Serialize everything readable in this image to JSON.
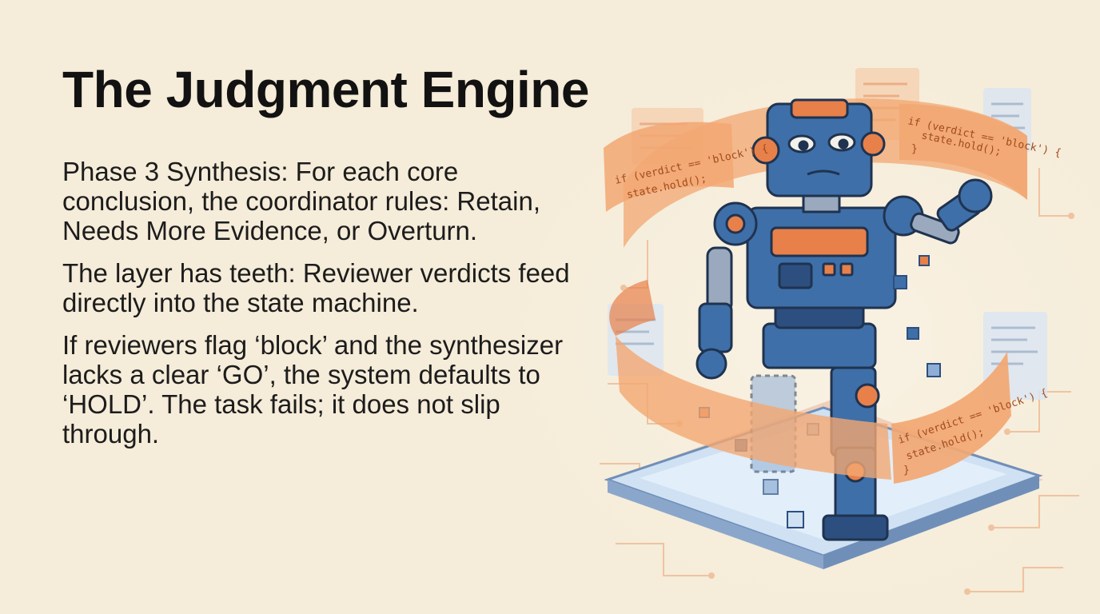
{
  "slide": {
    "title": "The Judgment Engine",
    "paragraphs": [
      "Phase 3 Synthesis: For each core conclusion, the coordinator rules: Retain, Needs More Evidence, or Overturn.",
      "The layer has teeth: Reviewer verdicts feed directly into the state machine.",
      "If reviewers flag ‘block’ and the synthesizer lacks a clear ‘GO’, the system defaults to ‘HOLD’. The task fails; it does not slip through."
    ]
  },
  "illustration": {
    "code_ribbon_left": [
      "if (verdict == 'block') {",
      "state.hold();"
    ],
    "code_ribbon_top_right": [
      "if (verdict == 'block') {",
      "state.hold();",
      "}"
    ],
    "code_ribbon_bottom_right": [
      "if (verdict == 'block') {",
      "state.hold();",
      "}"
    ],
    "colors": {
      "background": "#f5ecd9",
      "robot_blue": "#3f6fa8",
      "robot_dark": "#2d4f80",
      "accent_orange": "#e8804a",
      "ribbon_orange": "#f2a772"
    }
  }
}
